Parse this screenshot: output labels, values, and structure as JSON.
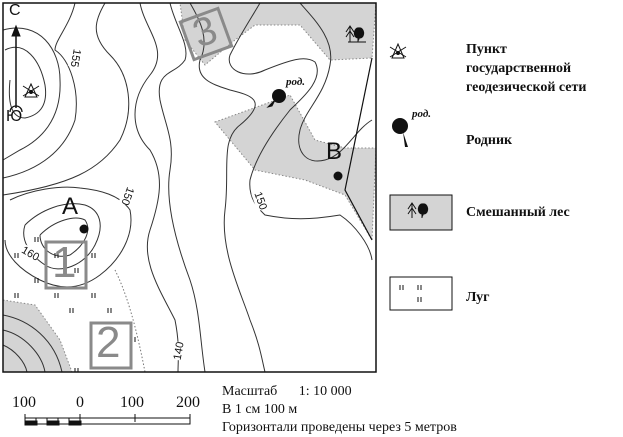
{
  "map": {
    "north_label": "С",
    "south_label": "Ю",
    "point_a": "А",
    "point_b": "В",
    "spring_label": "род.",
    "contour_labels": [
      "155",
      "150",
      "160",
      "150",
      "140"
    ],
    "plots": [
      "1",
      "2",
      "3"
    ],
    "colors": {
      "forest": "#d4d4d4",
      "plot_frame": "#8a8a8a",
      "contour": "#333333"
    }
  },
  "legend": {
    "items": [
      {
        "icon": "geodetic-point-icon",
        "label_lines": [
          "Пункт",
          "государственной",
          "геодезической сети"
        ]
      },
      {
        "icon": "spring-icon",
        "icon_text": "род.",
        "label_lines": [
          "Родник"
        ]
      },
      {
        "icon": "mixed-forest-icon",
        "label_lines": [
          "Смешанный лес"
        ]
      },
      {
        "icon": "meadow-icon",
        "label_lines": [
          "Луг"
        ]
      }
    ]
  },
  "scale": {
    "ticks": [
      "100",
      "0",
      "100",
      "200"
    ],
    "title": "Масштаб",
    "ratio": "1: 10 000",
    "per_cm": "В 1 см 100 м",
    "contour_interval": "Горизонтали проведены через 5 метров"
  }
}
